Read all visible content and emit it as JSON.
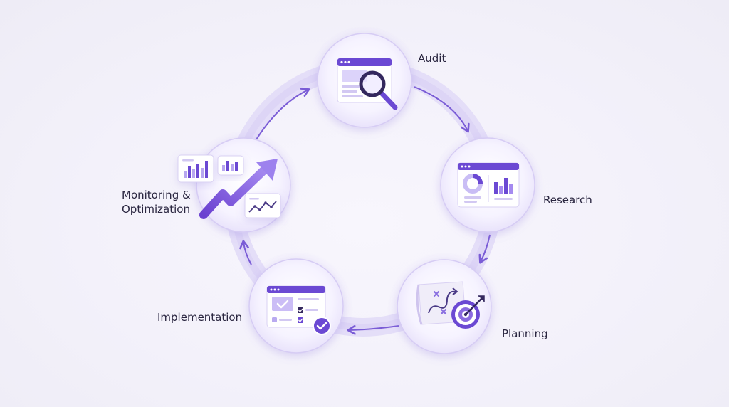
{
  "cycle": {
    "steps": [
      {
        "id": "audit",
        "label": "Audit",
        "icon": "browser-magnifier-icon"
      },
      {
        "id": "research",
        "label": "Research",
        "icon": "dashboard-charts-icon"
      },
      {
        "id": "planning",
        "label": "Planning",
        "icon": "map-target-icon"
      },
      {
        "id": "implementation",
        "label": "Implementation",
        "icon": "checklist-window-icon"
      },
      {
        "id": "monitoring",
        "label": "Monitoring &\nOptimization",
        "icon": "growth-arrow-charts-icon"
      }
    ]
  },
  "colors": {
    "ring": "#ddd6f5",
    "arrow": "#7a5cd6",
    "accent": "#6a47d8",
    "accent_light": "#b7a7f0",
    "text": "#2a2640"
  }
}
